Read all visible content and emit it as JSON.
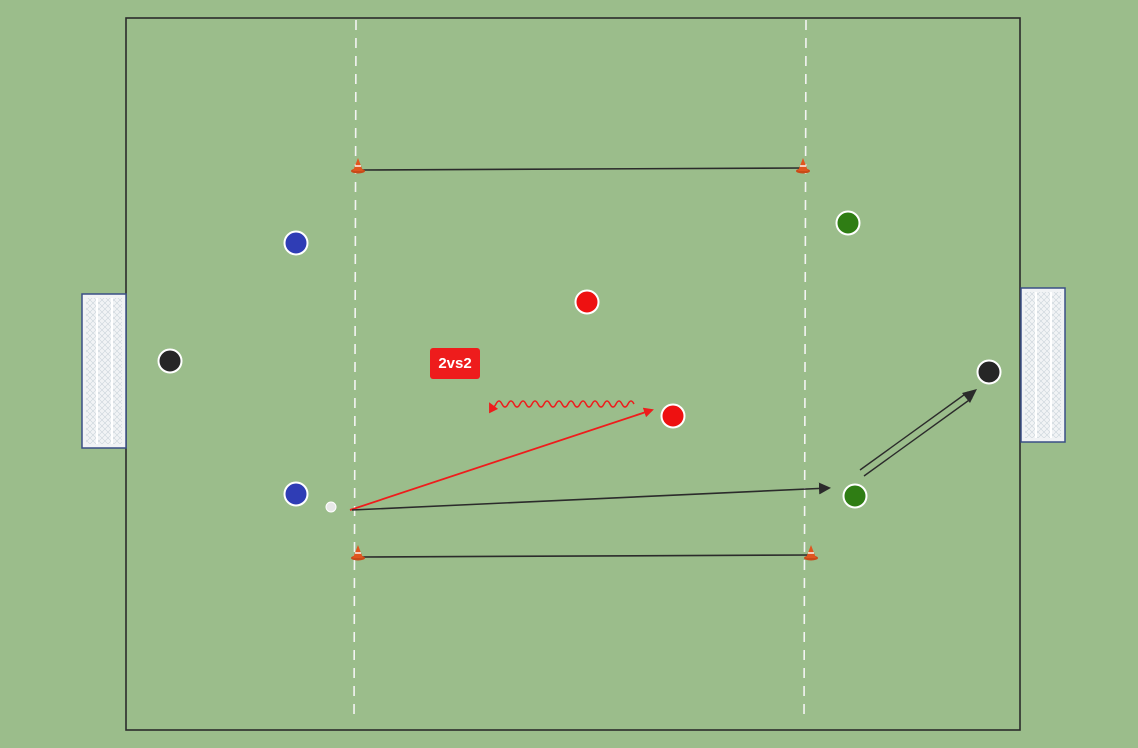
{
  "diagram": {
    "label": "2vs2",
    "colors": {
      "field": "#9bbd8b",
      "lines": "#2b2b2b",
      "zone_lines": "#f4f4f4",
      "team_blue": "#2f3db5",
      "team_green": "#2f7d14",
      "team_red": "#ee1111",
      "goalkeeper": "#262626",
      "ball": "#e8e8e8",
      "cone": "#e0561f",
      "pass_red": "#ee1c1c",
      "pass_dark": "#2b2b2b",
      "label_bg": "#ee1c1c"
    },
    "players": [
      {
        "name": "player-blue-top",
        "team": "blue"
      },
      {
        "name": "player-blue-bottom",
        "team": "blue"
      },
      {
        "name": "player-red-top",
        "team": "red"
      },
      {
        "name": "player-red-bottom",
        "team": "red"
      },
      {
        "name": "player-green-top",
        "team": "green"
      },
      {
        "name": "player-green-bottom",
        "team": "green"
      },
      {
        "name": "goalkeeper-left",
        "team": "goalkeeper"
      },
      {
        "name": "goalkeeper-right",
        "team": "goalkeeper"
      }
    ],
    "icons": [
      "cone-icon",
      "goal-icon",
      "ball-icon"
    ]
  }
}
